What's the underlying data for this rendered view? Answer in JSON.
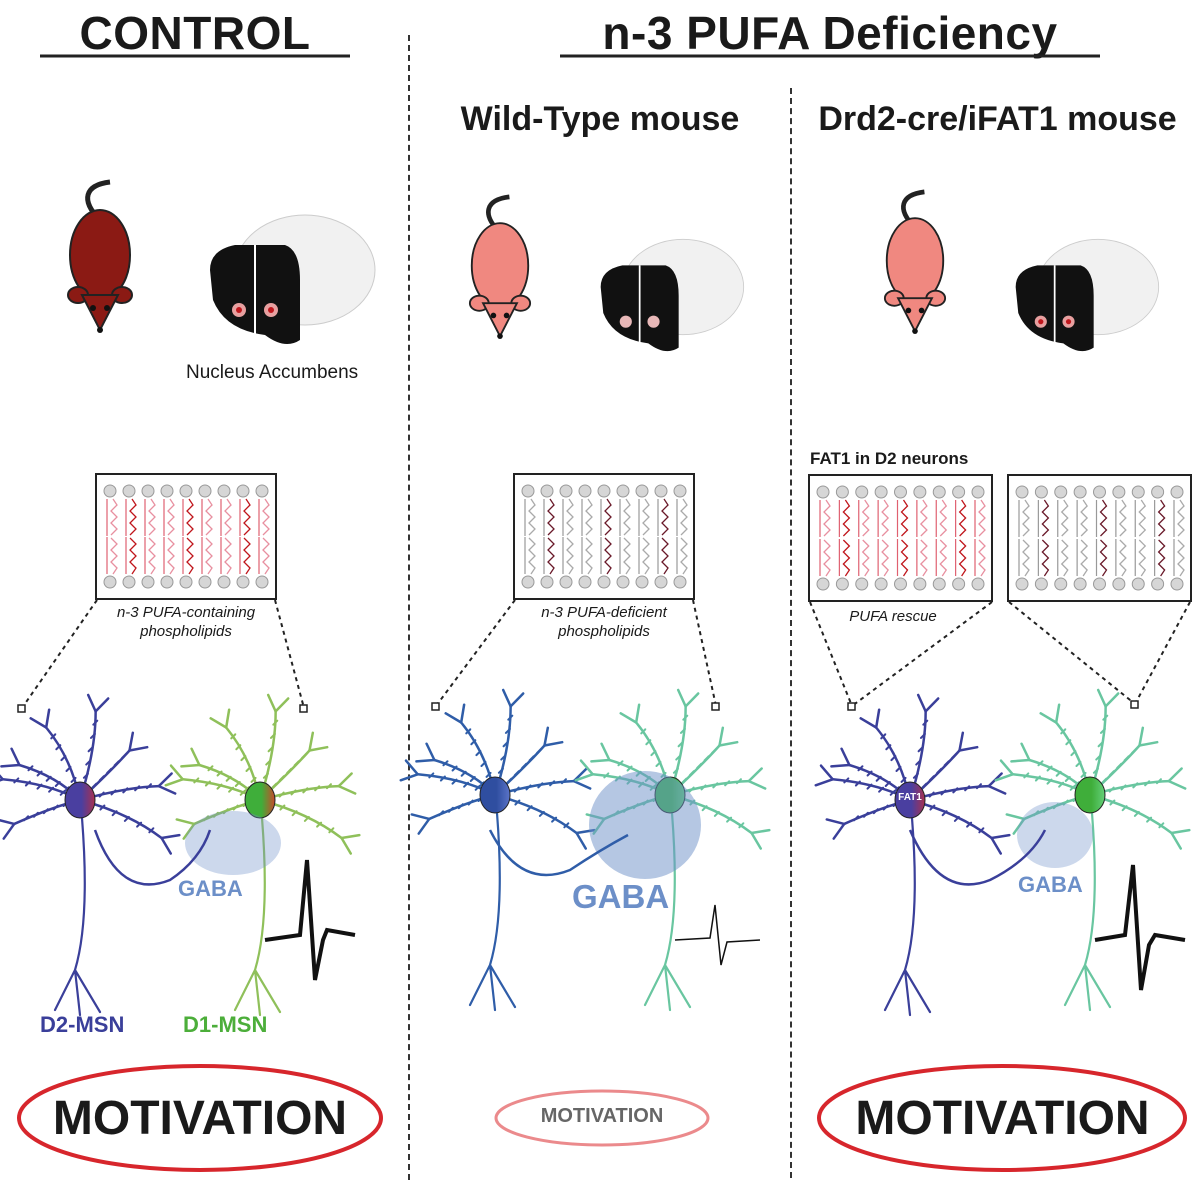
{
  "headers": {
    "control": "CONTROL",
    "deficiency": "n-3 PUFA Deficiency",
    "wild_type": "Wild-Type mouse",
    "transgenic": "Drd2-cre/iFAT1 mouse"
  },
  "labels": {
    "nucleus_accumbens": "Nucleus Accumbens",
    "fat1_in_d2": "FAT1 in D2 neurons",
    "control_membrane": "n-3 PUFA-containing phospholipids",
    "deficient_membrane": "n-3 PUFA-deficient phospholipids",
    "pufa_rescue": "PUFA rescue",
    "d2_msn": "D2-MSN",
    "d1_msn": "D1-MSN",
    "fat1_badge": "FAT1"
  },
  "gaba": {
    "control": "GABA",
    "wild_type": "GABA",
    "transgenic": "GABA"
  },
  "motivation": {
    "control": "MOTIVATION",
    "wild_type": "MOTIVATION",
    "transgenic": "MOTIVATION"
  },
  "colors": {
    "mouse_control": "#8b1a14",
    "mouse_deficient": "#f08880",
    "d2_neuron": "#3a3f9a",
    "d2_neuron_deficient": "#2f5da8",
    "d1_neuron": "#8fc05a",
    "d1_neuron_deficient": "#69c6a0",
    "gaba": "#6c8fc8",
    "ellipse_red": "#d7262c"
  }
}
